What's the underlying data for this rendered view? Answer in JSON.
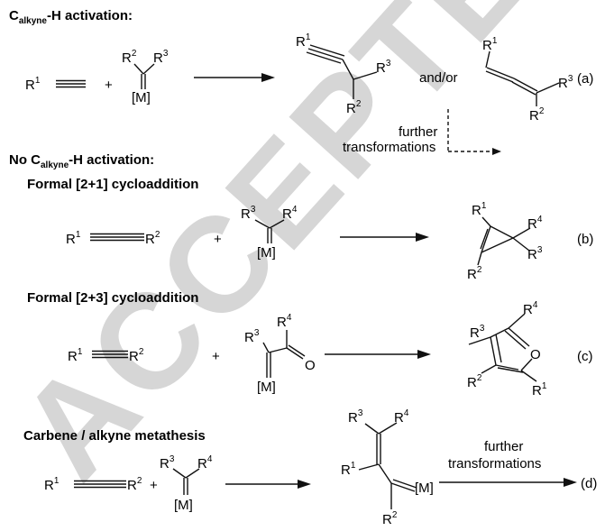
{
  "watermark": "ACCEPTED",
  "section_a": {
    "header_main": "C",
    "header_sub": "alkyne",
    "header_rest": "-H activation:",
    "and_or": "and/or",
    "further_1": "further",
    "further_2": "transformations",
    "label": "(a)"
  },
  "section_none": {
    "header_main": "No C",
    "header_sub": "alkyne",
    "header_rest": "-H activation:"
  },
  "section_b": {
    "title": "Formal [2+1] cycloaddition",
    "label": "(b)"
  },
  "section_c": {
    "title": "Formal [2+3] cycloaddition",
    "label": "(c)"
  },
  "section_d": {
    "title": "Carbene / alkyne metathesis",
    "further_1": "further",
    "further_2": "transformations",
    "label": "(d)"
  },
  "symbols": {
    "R": "R",
    "n1": "1",
    "n2": "2",
    "n3": "3",
    "n4": "4",
    "M": "[M]",
    "plus": "+",
    "O": "O"
  }
}
